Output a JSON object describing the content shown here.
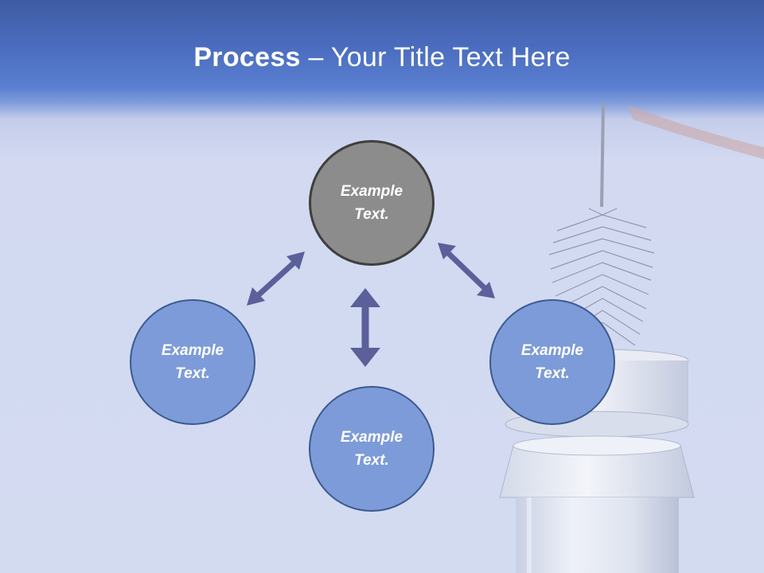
{
  "slide": {
    "title_bold": "Process",
    "title_dash": " – ",
    "title_rest": "Your Title Text Here"
  },
  "nodes": {
    "center": {
      "line1": "Example",
      "line2": "Text."
    },
    "left": {
      "line1": "Example",
      "line2": "Text."
    },
    "right": {
      "line1": "Example",
      "line2": "Text."
    },
    "bottom": {
      "line1": "Example",
      "line2": "Text."
    }
  },
  "colors": {
    "header": "#4a6bbd",
    "background": "#d3dbf1",
    "center_node": "#8c8c8c",
    "outer_node": "#7d9bd8",
    "arrow": "#5b5f9a"
  }
}
